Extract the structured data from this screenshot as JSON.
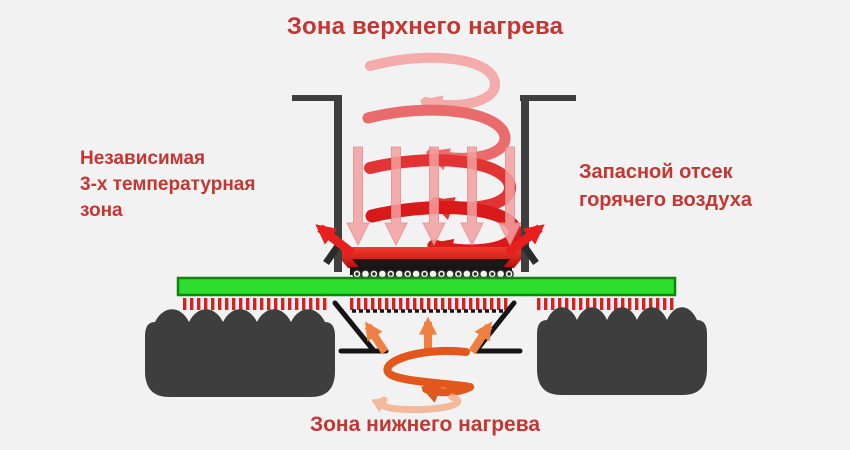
{
  "title": "Зона верхнего нагрева",
  "labels": {
    "left": {
      "lines": [
        "Независимая",
        "3-х температурная",
        "зона"
      ]
    },
    "right": {
      "lines": [
        "Запасной отсек",
        "горячего воздуха"
      ]
    },
    "bottom": "Зона нижнего нагрева"
  },
  "diagram_icons": {
    "hot_air_spiral": "spiral-airflow-icon",
    "down_arrows": "downward-heat-arrows-icon",
    "side_arrows": "side-exhaust-arrows-icon",
    "bottom_swirl": "rising-hot-air-swirl-icon"
  },
  "colors": {
    "background": "#f2f2f3",
    "red_text": "#c43632",
    "spiral_light": "#f3abab",
    "spiral_mid": "#ea6b6b",
    "spiral_deep": "#e23434",
    "spiral_dark": "#d81a1a",
    "down_arrow": "#f4a0a0",
    "hot_arrow": "#e81f1f",
    "plate_top": "#f23c2c",
    "plate_bottom": "#b50f0f",
    "conveyor_green": "#2ede2e",
    "conveyor_border": "#0c870c",
    "dash_red": "#d42222",
    "structure_dark": "#3e3e3e",
    "funnel_black": "#151515",
    "orange_arrow": "#ef8042",
    "orange_swirl": "#e2571c",
    "orange_faded": "#f3b08c"
  }
}
